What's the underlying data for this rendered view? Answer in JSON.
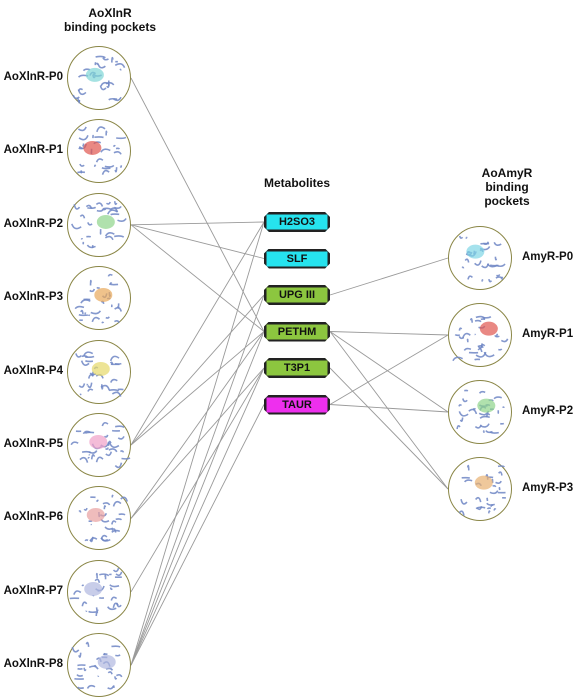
{
  "headers": {
    "aoxlnr_line1": "AoXlnR",
    "aoxlnr_line2": "binding pockets",
    "metabolites": "Metabolites",
    "aoamyr_line1": "AoAmyR",
    "aoamyr_line2": "binding pockets"
  },
  "colors": {
    "ring": "#8a8646",
    "edge": "#9a9a9a",
    "protein": "#6f86c4"
  },
  "xlnr_pockets": [
    {
      "label": "AoXlnR-P0",
      "highlight": "#7fd6d6"
    },
    {
      "label": "AoXlnR-P1",
      "highlight": "#e0554f"
    },
    {
      "label": "AoXlnR-P2",
      "highlight": "#8fd48a"
    },
    {
      "label": "AoXlnR-P3",
      "highlight": "#e8a85a"
    },
    {
      "label": "AoXlnR-P4",
      "highlight": "#e5d86a"
    },
    {
      "label": "AoXlnR-P5",
      "highlight": "#f0a0c8"
    },
    {
      "label": "AoXlnR-P6",
      "highlight": "#e8a0a0"
    },
    {
      "label": "AoXlnR-P7",
      "highlight": "#b0b8e0"
    },
    {
      "label": "AoXlnR-P8",
      "highlight": "#b0b8e0"
    }
  ],
  "metabolites": [
    {
      "label": "H2SO3",
      "color": "#26e3ee"
    },
    {
      "label": "SLF",
      "color": "#26e3ee"
    },
    {
      "label": "UPG III",
      "color": "#8cc63f"
    },
    {
      "label": "PETHM",
      "color": "#8cc63f"
    },
    {
      "label": "T3P1",
      "color": "#8cc63f"
    },
    {
      "label": "TAUR",
      "color": "#ee2fee"
    }
  ],
  "amyr_pockets": [
    {
      "label": "AmyR-P0",
      "highlight": "#7fd6e6"
    },
    {
      "label": "AmyR-P1",
      "highlight": "#e0554f"
    },
    {
      "label": "AmyR-P2",
      "highlight": "#8fd48a"
    },
    {
      "label": "AmyR-P3",
      "highlight": "#e8b070"
    }
  ],
  "edges_xlnr": [
    {
      "from": "AoXlnR-P0",
      "to": "PETHM"
    },
    {
      "from": "AoXlnR-P2",
      "to": "H2SO3"
    },
    {
      "from": "AoXlnR-P2",
      "to": "SLF"
    },
    {
      "from": "AoXlnR-P2",
      "to": "PETHM"
    },
    {
      "from": "AoXlnR-P5",
      "to": "H2SO3"
    },
    {
      "from": "AoXlnR-P5",
      "to": "UPG III"
    },
    {
      "from": "AoXlnR-P5",
      "to": "PETHM"
    },
    {
      "from": "AoXlnR-P6",
      "to": "PETHM"
    },
    {
      "from": "AoXlnR-P6",
      "to": "T3P1"
    },
    {
      "from": "AoXlnR-P7",
      "to": "T3P1"
    },
    {
      "from": "AoXlnR-P8",
      "to": "H2SO3"
    },
    {
      "from": "AoXlnR-P8",
      "to": "UPG III"
    },
    {
      "from": "AoXlnR-P8",
      "to": "PETHM"
    },
    {
      "from": "AoXlnR-P8",
      "to": "T3P1"
    },
    {
      "from": "AoXlnR-P8",
      "to": "TAUR"
    }
  ],
  "edges_amyr": [
    {
      "from": "UPG III",
      "to": "AmyR-P0"
    },
    {
      "from": "PETHM",
      "to": "AmyR-P1"
    },
    {
      "from": "PETHM",
      "to": "AmyR-P2"
    },
    {
      "from": "PETHM",
      "to": "AmyR-P3"
    },
    {
      "from": "T3P1",
      "to": "AmyR-P3"
    },
    {
      "from": "TAUR",
      "to": "AmyR-P1"
    },
    {
      "from": "TAUR",
      "to": "AmyR-P2"
    }
  ]
}
